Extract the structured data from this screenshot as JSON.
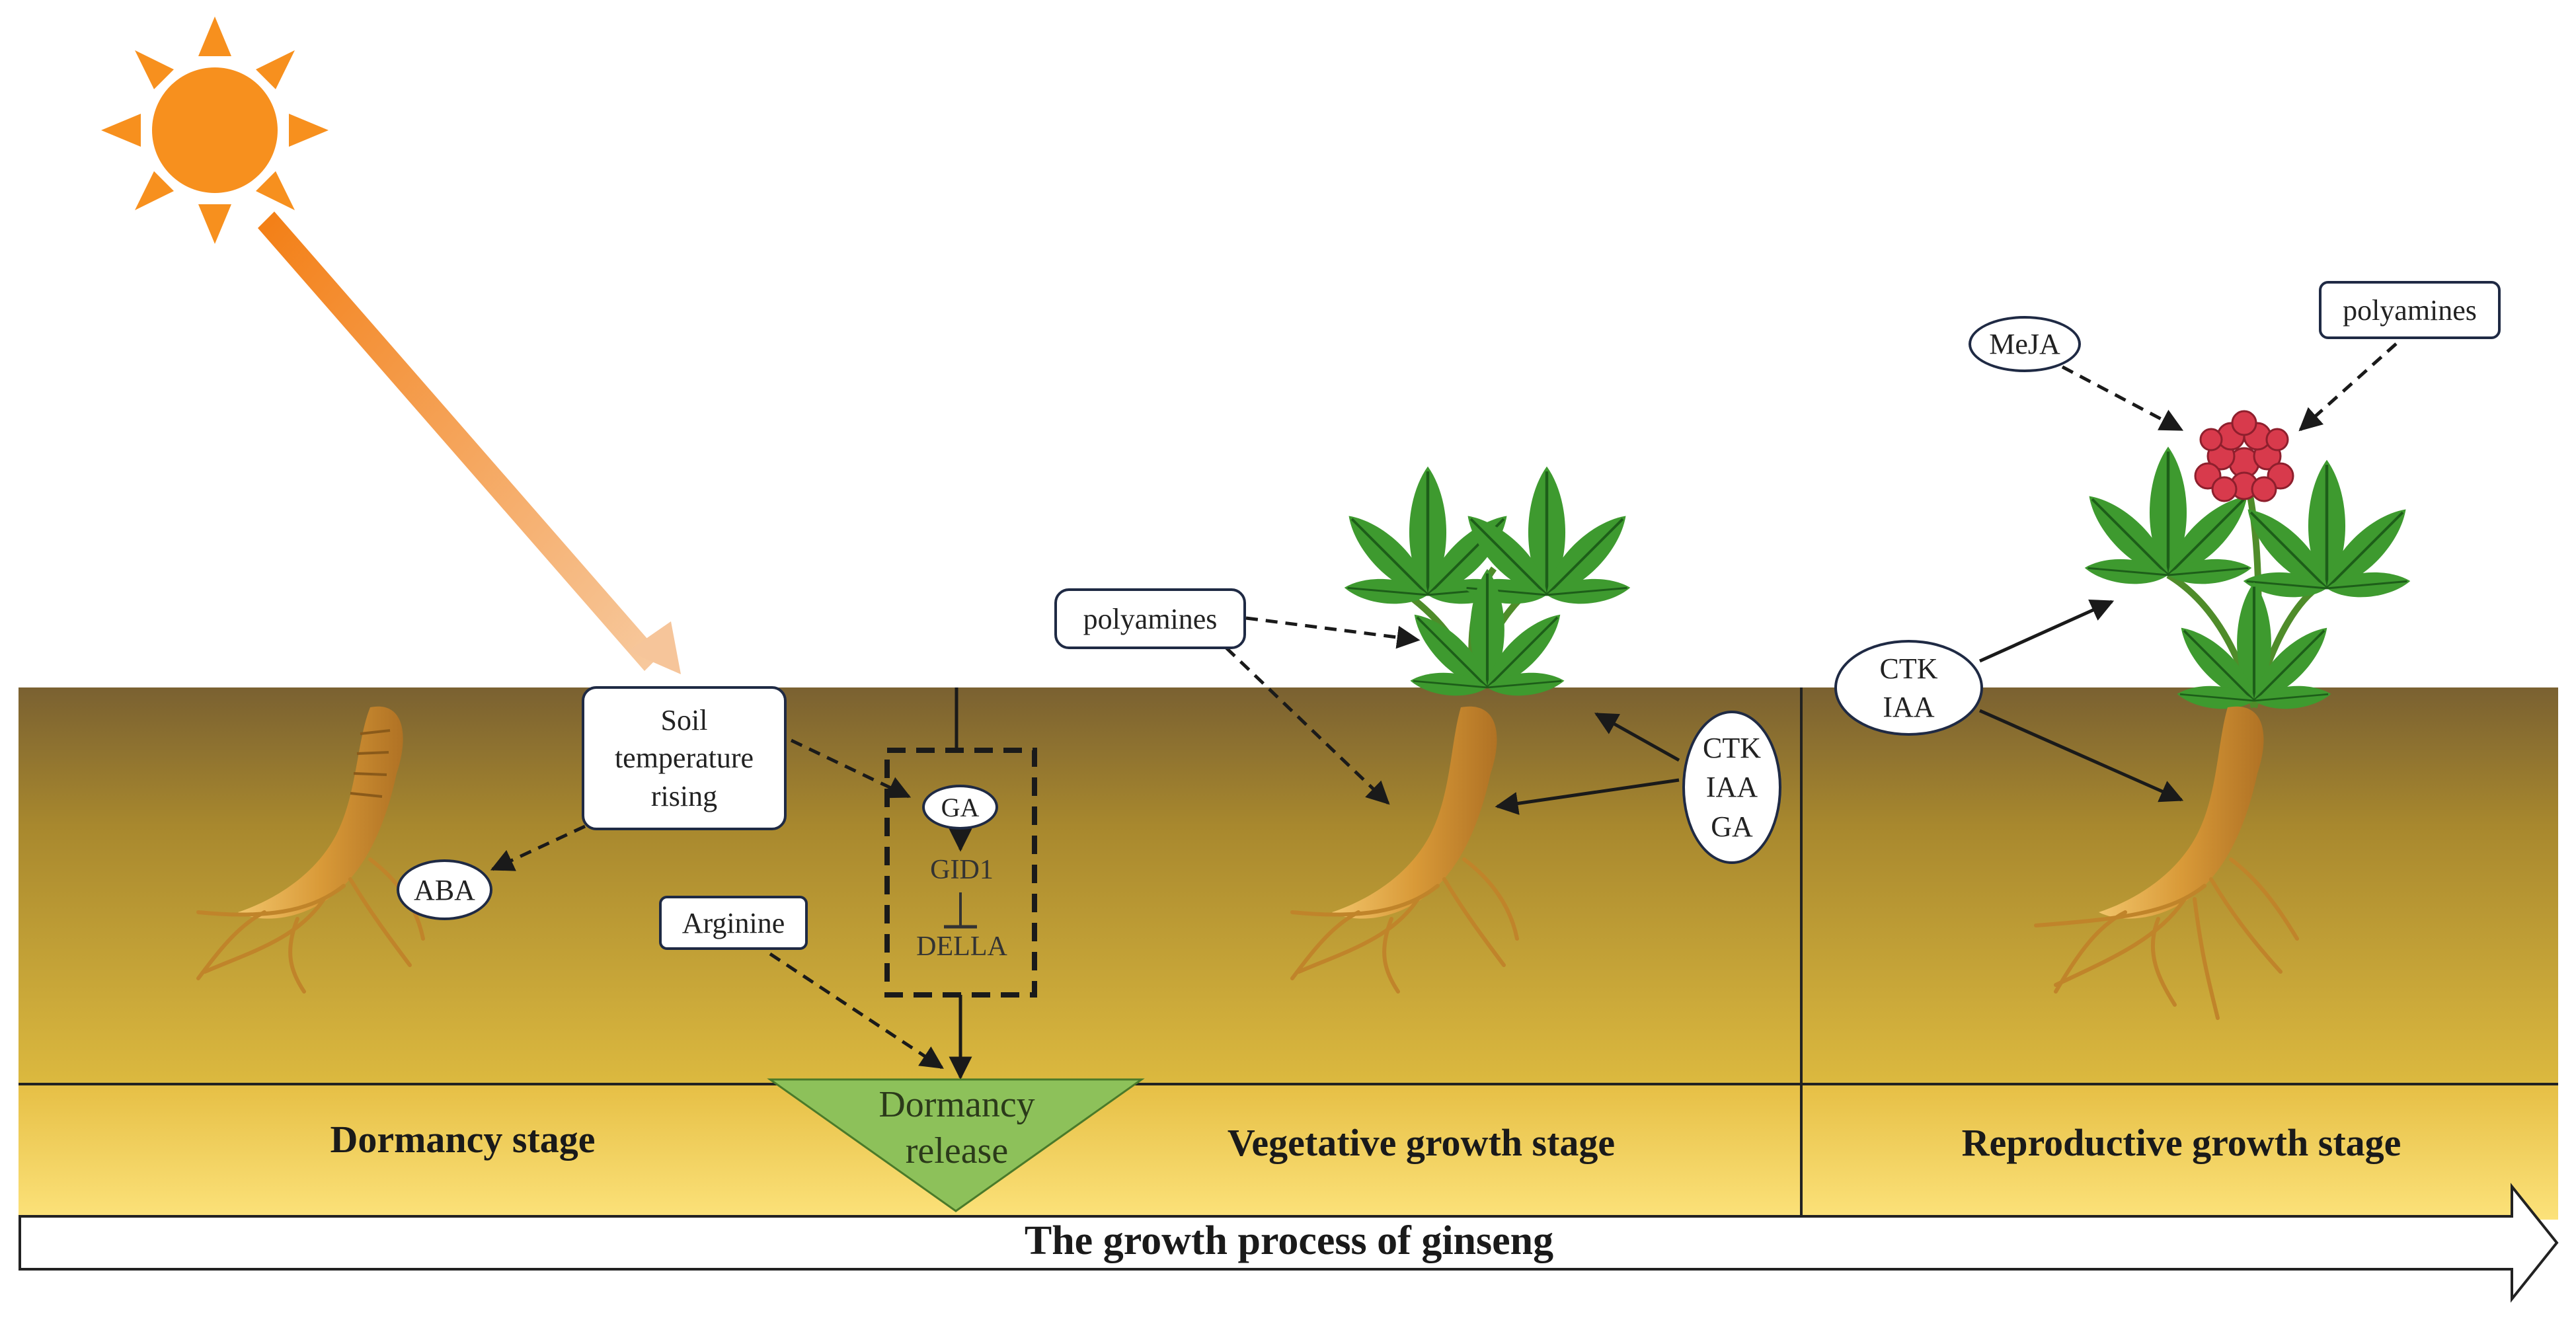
{
  "labels": {
    "soil_temp": "Soil temperature rising",
    "aba": "ABA",
    "ga": "GA",
    "gid1": "GID1",
    "della": "DELLA",
    "arginine": "Arginine",
    "dormancy_release": "Dormancy release",
    "polyamines_veg": "polyamines",
    "hormones_veg": "CTK IAA GA",
    "hormones_repro": "CTK IAA",
    "meja": "MeJA",
    "polyamines_repro": "polyamines"
  },
  "stages": {
    "dormancy": "Dormancy stage",
    "vegetative": "Vegetative growth stage",
    "reproductive": "Reproductive growth stage"
  },
  "footer": {
    "process_title": "The growth process of ginseng"
  },
  "colors": {
    "soil_top": "#7f6533",
    "soil_bottom": "#dcb93f",
    "band_bottom": "#fadb6a",
    "sun": "#f7901e",
    "leaf": "#3e9a2f",
    "root": "#e0a544",
    "berry": "#d83a4c",
    "release": "#8dc15a"
  }
}
